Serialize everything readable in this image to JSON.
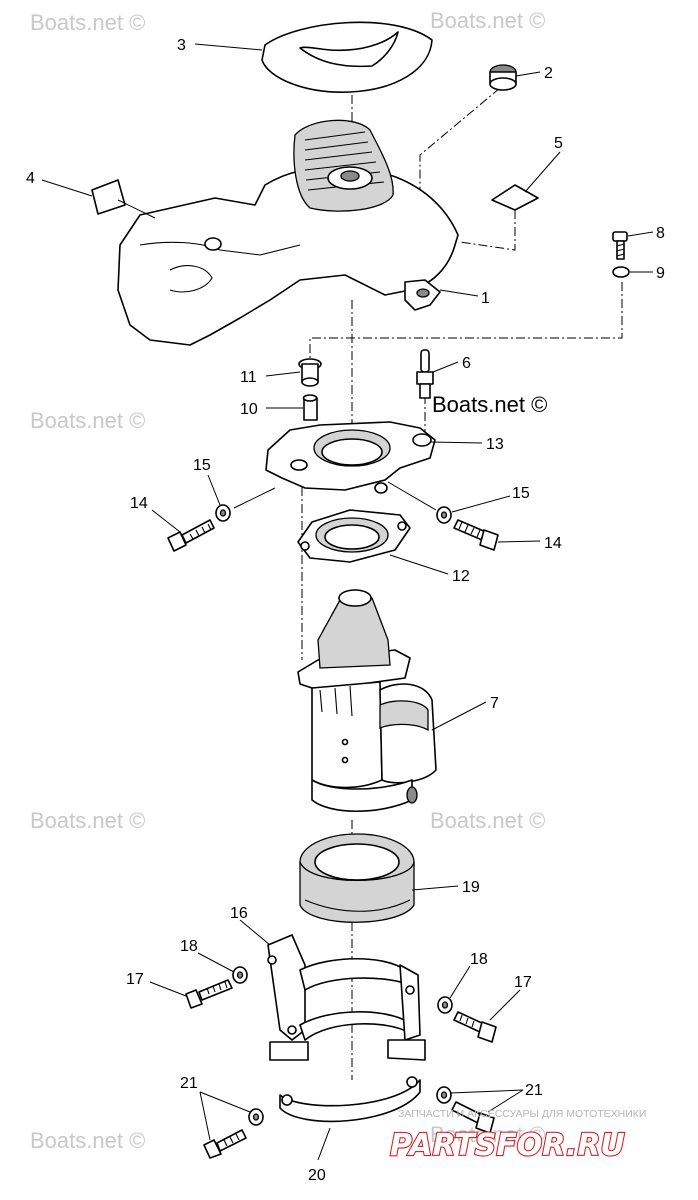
{
  "watermarks": {
    "w1": "Boats.net ©",
    "w2": "Boats.net ©",
    "w3": "Boats.net ©",
    "w4": "Boats.net ©",
    "w5": "Boats.net ©",
    "w6": "Boats.net ©",
    "w7": "Boats.net ©",
    "w8": "Boats.net ©"
  },
  "callouts": {
    "c1": "1",
    "c2": "2",
    "c3": "3",
    "c4": "4",
    "c5": "5",
    "c6": "6",
    "c7": "7",
    "c8": "8",
    "c9": "9",
    "c10": "10",
    "c11": "11",
    "c12": "12",
    "c13": "13",
    "c14a": "14",
    "c14b": "14",
    "c15a": "15",
    "c15b": "15",
    "c16": "16",
    "c17a": "17",
    "c17b": "17",
    "c18a": "18",
    "c18b": "18",
    "c19": "19",
    "c20": "20",
    "c21a": "21",
    "c21b": "21"
  },
  "footer": {
    "tagline": "ЗАПЧАСТИ И АКСЕССУАРЫ ДЛЯ МОТОТЕХНИКИ",
    "brand": "PARTSFOR.RU"
  }
}
